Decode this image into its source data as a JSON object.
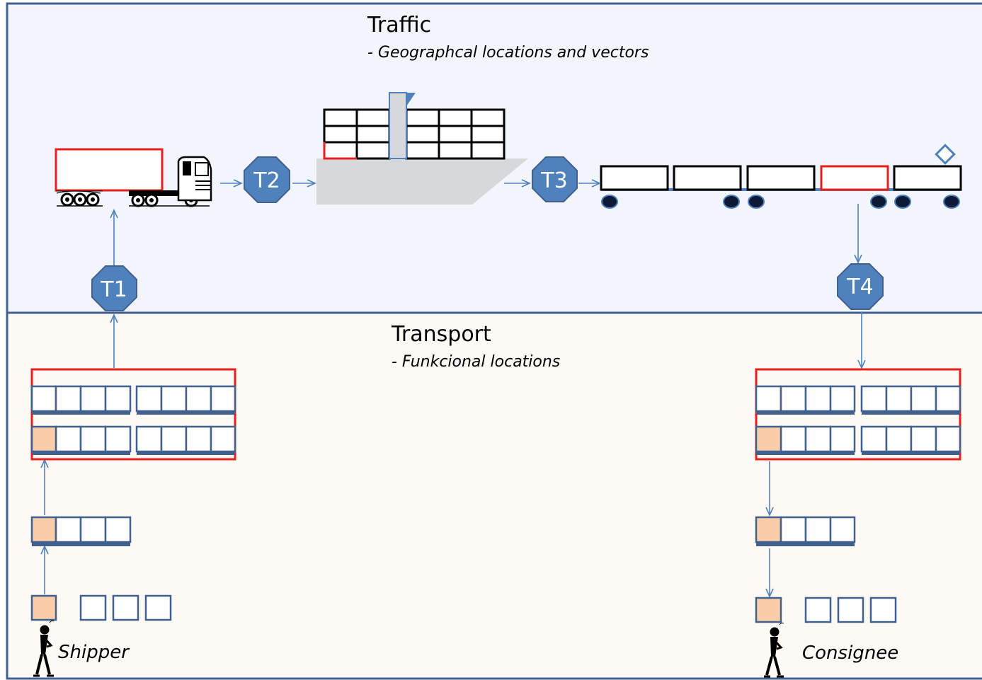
{
  "traffic": {
    "title": "Traffic",
    "subtitle": "- Geographcal locations and vectors"
  },
  "transport": {
    "title": "Transport",
    "subtitle": "- Funkcional locations"
  },
  "transfer_points": [
    "T1",
    "T2",
    "T3",
    "T4"
  ],
  "actors": {
    "shipper": "Shipper",
    "consignee": "Consignee"
  },
  "colors": {
    "traffic_band": "#f2f6fc",
    "transport_band": "#fdf9f4",
    "border": "#41608e",
    "octagon": "#4f81bd",
    "highlight_red": "#e8201d",
    "unit_fill": "#f9cda9",
    "ship_grey": "#d6d8da"
  }
}
